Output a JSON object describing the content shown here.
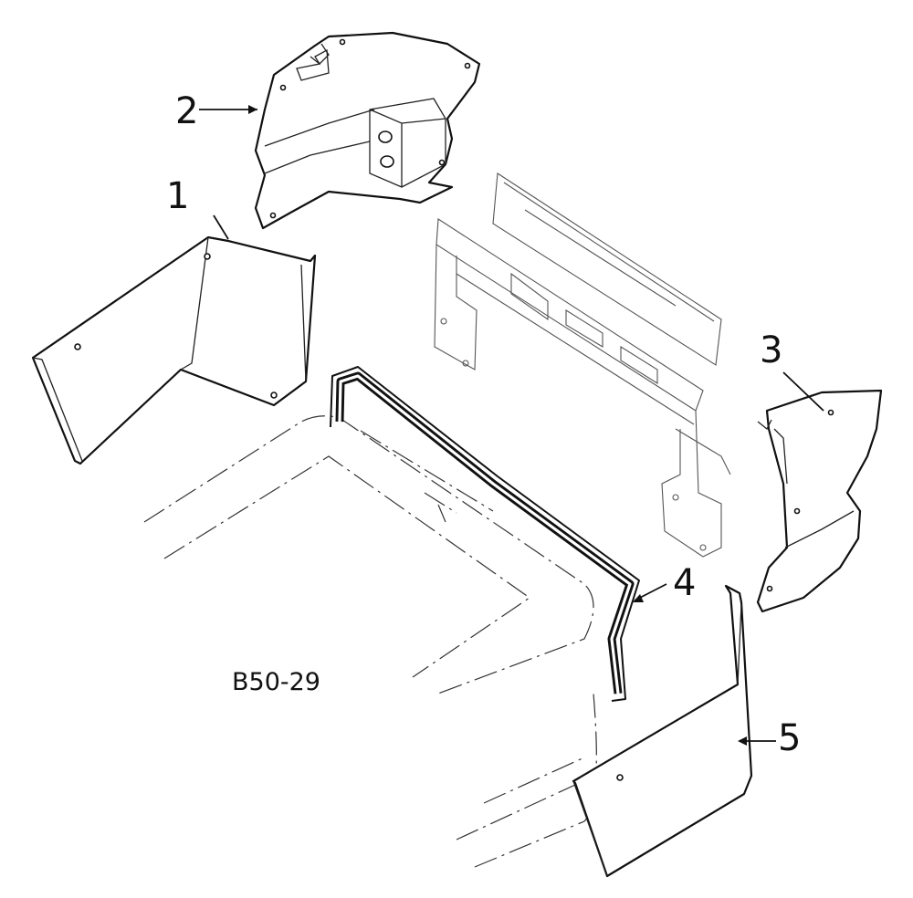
{
  "diagram": {
    "figure_code": "B50-29",
    "callouts": {
      "c1": "1",
      "c2": "2",
      "c3": "3",
      "c4": "4",
      "c5": "5"
    },
    "line_color": "#111111",
    "background": "#ffffff"
  }
}
